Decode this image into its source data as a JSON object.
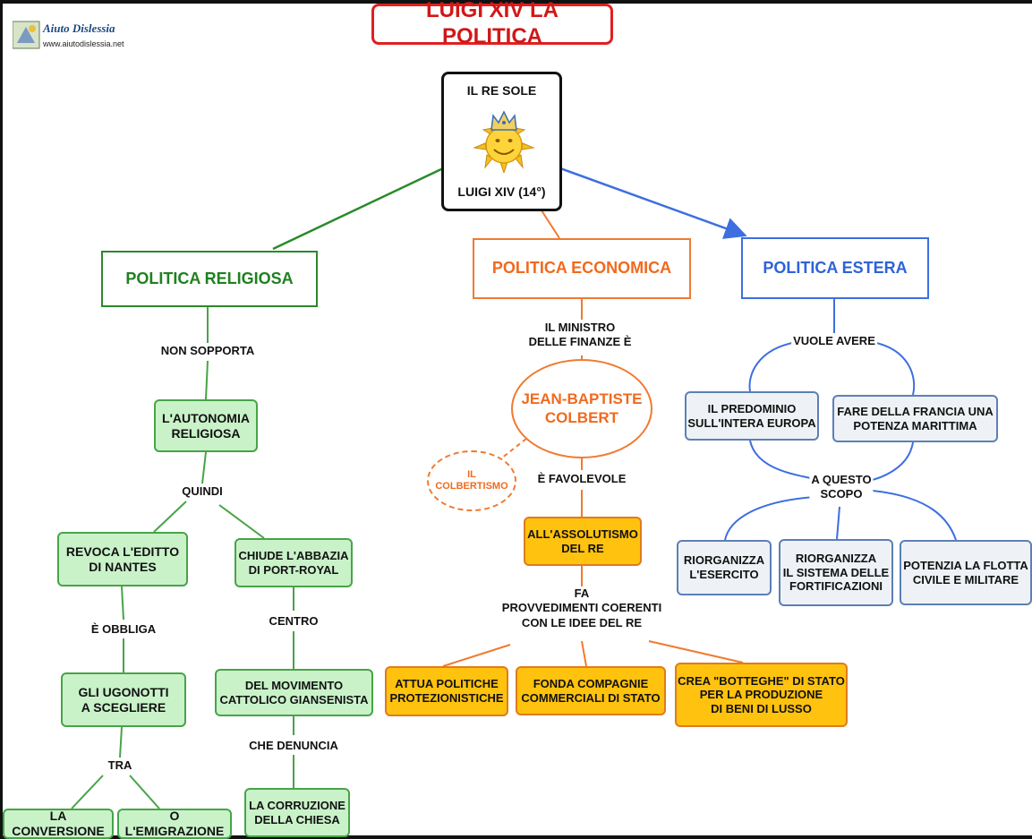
{
  "logo": {
    "name": "Aiuto Dislessia",
    "url": "www.aiutodislessia.net"
  },
  "title": "LUIGI XIV LA POLITICA",
  "center": {
    "top": "IL RE SOLE",
    "bottom": "LUIGI XIV (14°)"
  },
  "branches": {
    "religiosa": "POLITICA RELIGIOSA",
    "economica": "POLITICA ECONOMICA",
    "estera": "POLITICA ESTERA"
  },
  "religiosa": {
    "l1": "NON SOPPORTA",
    "autonomia": "L'AUTONOMIA\nRELIGIOSA",
    "l2": "QUINDI",
    "revoca": "REVOCA L'EDITTO\nDI NANTES",
    "chiude": "CHIUDE L'ABBAZIA\nDI PORT-ROYAL",
    "l3": "È OBBLIGA",
    "ugonotti": "GLI    UGONOTTI\nA SCEGLIERE",
    "l4": "TRA",
    "conversione": "LA CONVERSIONE",
    "emigrazione": "O L'EMIGRAZIONE",
    "l5": "CENTRO",
    "movimento": "DEL MOVIMENTO\nCATTOLICO GIANSENISTA",
    "l6": "CHE DENUNCIA",
    "corruzione": "LA CORRUZIONE\nDELLA CHIESA"
  },
  "economica": {
    "l1": "IL MINISTRO\nDELLE FINANZE È",
    "colbert": "JEAN-BAPTISTE\nCOLBERT",
    "colbertismo": "IL\nCOLBERTISMO",
    "l2": "È FAVOLEVOLE",
    "assolutismo": "ALL'ASSOLUTISMO\nDEL RE",
    "l3": "FA\nPROVVEDIMENTI COERENTI\nCON LE IDEE DEL RE",
    "attua": "ATTUA POLITICHE\nPROTEZIONISTICHE",
    "fonda": "FONDA COMPAGNIE\nCOMMERCIALI DI STATO",
    "crea": "CREA \"BOTTEGHE\" DI STATO\nPER LA PRODUZIONE\nDI BENI DI LUSSO"
  },
  "estera": {
    "l1": "VUOLE AVERE",
    "predominio": "IL PREDOMINIO\nSULL'INTERA EUROPA",
    "potenza": "FARE DELLA FRANCIA UNA\nPOTENZA MARITTIMA",
    "l2": "A QUESTO\nSCOPO",
    "esercito": "RIORGANIZZA\nL'ESERCITO",
    "fortificazioni": "RIORGANIZZA\nIL SISTEMA DELLE\nFORTIFICAZIONI",
    "flotta": "POTENZIA LA FLOTTA\nCIVILE E MILITARE"
  },
  "colors": {
    "religiosa": "#2a8a2a",
    "economica": "#f07a30",
    "estera": "#3d6fe0",
    "title": "#e02020"
  },
  "icons": {
    "sun": "sun-king-crown-icon",
    "logo": "aiuto-dislessia-logo"
  }
}
